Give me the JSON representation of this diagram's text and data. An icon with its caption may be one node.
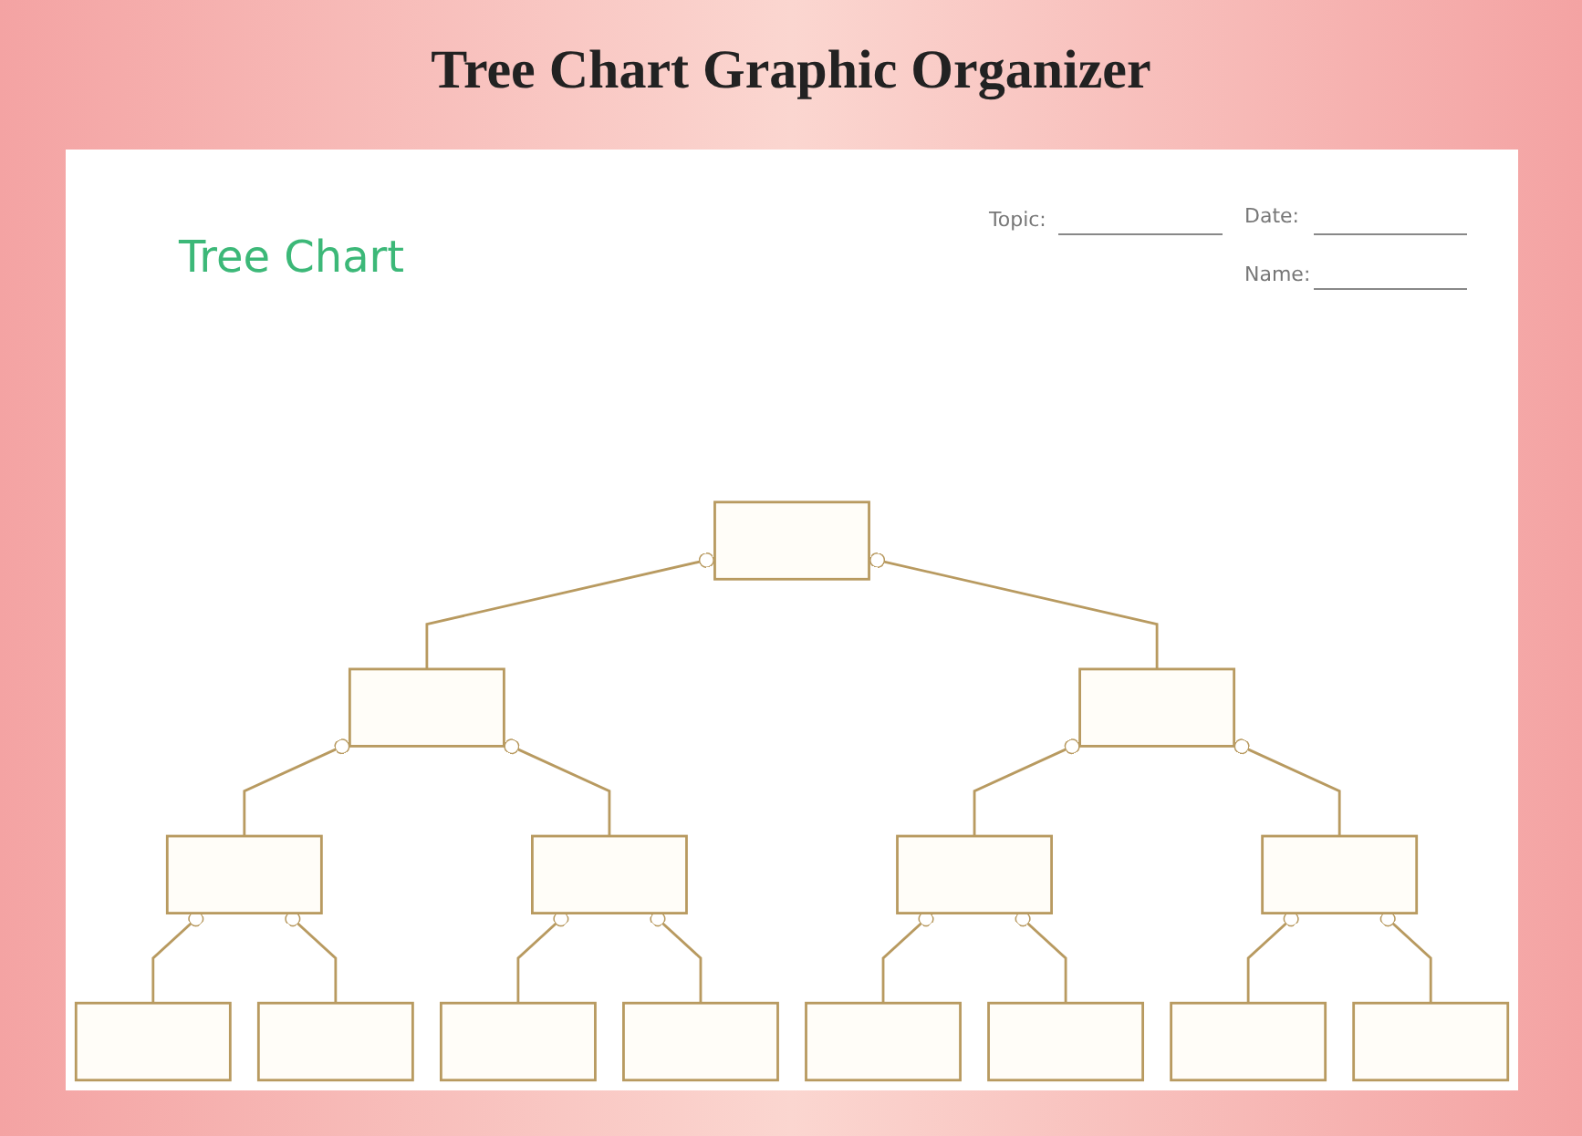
{
  "diagram": {
    "title": "Tree Chart Graphic Organizer",
    "nodes": [
      {
        "text": [],
        "shape": "box"
      },
      {
        "text": [],
        "shape": "box"
      },
      {
        "text": [],
        "shape": "box"
      },
      {
        "text": [],
        "shape": "box"
      },
      {
        "text": [],
        "shape": "box"
      },
      {
        "text": [],
        "shape": "box"
      },
      {
        "text": [],
        "shape": "box"
      },
      {
        "text": [],
        "shape": "box"
      },
      {
        "text": [],
        "shape": "box"
      },
      {
        "text": [],
        "shape": "box"
      },
      {
        "text": [],
        "shape": "box"
      },
      {
        "text": [],
        "shape": "box"
      },
      {
        "text": [],
        "shape": "box"
      },
      {
        "text": [],
        "shape": "box"
      },
      {
        "text": [],
        "shape": "box"
      }
    ],
    "edges": [
      {
        "from": 0,
        "to": 1,
        "arrow": "other"
      },
      {
        "from": 0,
        "to": 2,
        "arrow": "other"
      },
      {
        "from": 1,
        "to": 3,
        "arrow": "other"
      },
      {
        "from": 1,
        "to": 4,
        "arrow": "other"
      },
      {
        "from": 2,
        "to": 5,
        "arrow": "other"
      },
      {
        "from": 2,
        "to": 6,
        "arrow": "other"
      },
      {
        "from": 3,
        "to": 7,
        "arrow": "other"
      },
      {
        "from": 3,
        "to": 8,
        "arrow": "other"
      },
      {
        "from": 4,
        "to": 9,
        "arrow": "other"
      },
      {
        "from": 4,
        "to": 10,
        "arrow": "other"
      },
      {
        "from": 5,
        "to": 11,
        "arrow": "other"
      },
      {
        "from": 5,
        "to": 12,
        "arrow": "other"
      },
      {
        "from": 6,
        "to": 13,
        "arrow": "other"
      },
      {
        "from": 6,
        "to": 14,
        "arrow": "other"
      }
    ],
    "labels": [
      "Tree Chart",
      "Topic:",
      "Date:",
      "Name:"
    ]
  }
}
